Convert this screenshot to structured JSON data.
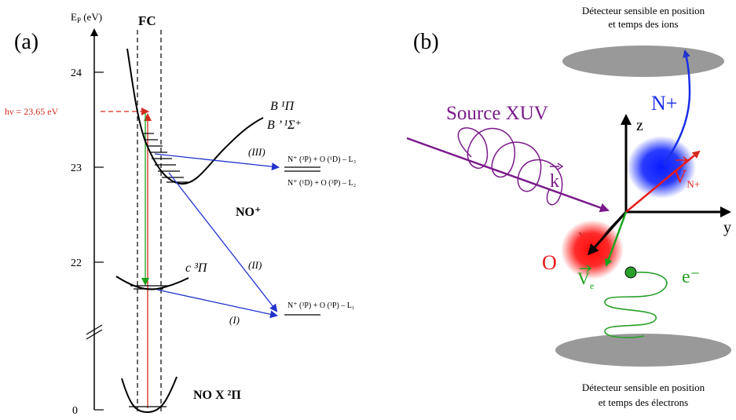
{
  "panel_a": {
    "label": "(a)",
    "y_axis_label": "E",
    "y_axis_sub": "P",
    "y_axis_unit": " (eV)",
    "ticks": [
      {
        "value": "24"
      },
      {
        "value": "23"
      },
      {
        "value": "22"
      },
      {
        "value": "0"
      }
    ],
    "fc_label": "FC",
    "photon_label": "hν = 23.65  eV",
    "state_B_pi": "B ¹Π",
    "state_B_sigma": "B ’ ¹Σ⁺",
    "state_c": "c ³Π",
    "state_ground": "NO X ²Π",
    "ion_label": "NO⁺",
    "path_I": "(I)",
    "path_II": "(II)",
    "path_III": "(III)",
    "limit_L3": "N⁺ (³P) + O (¹D) – L₃",
    "limit_L2": "N⁺ (¹D) + O (³P) – L₂",
    "limit_L1": "N⁺ (³P) + O (³P) – L₁"
  },
  "panel_b": {
    "label": "(b)",
    "detector_top_line1": "Détecteur sensible en position",
    "detector_top_line2": "et temps des ions",
    "detector_bottom_line1": "Détecteur sensible en position",
    "detector_bottom_line2": "et temps des électrons",
    "source_label": "Source XUV",
    "k_label": "k",
    "ion_label": "N+",
    "v_ion_label": "V",
    "v_ion_sub": "N+",
    "o_label": "O",
    "v_e_label": "V",
    "v_e_sub": "e",
    "electron_label": "e⁻",
    "axis_z": "z",
    "axis_y": "y",
    "axis_x": "x"
  },
  "colors": {
    "photon": "#d42a1f",
    "transition": "#1aa31a",
    "dissociation": "#2233cc",
    "source": "#7a1a8a",
    "ion_blob": "#1a2fe8",
    "o_blob": "#e81a1a",
    "electron": "#2aa02a",
    "detector": "#999999"
  }
}
